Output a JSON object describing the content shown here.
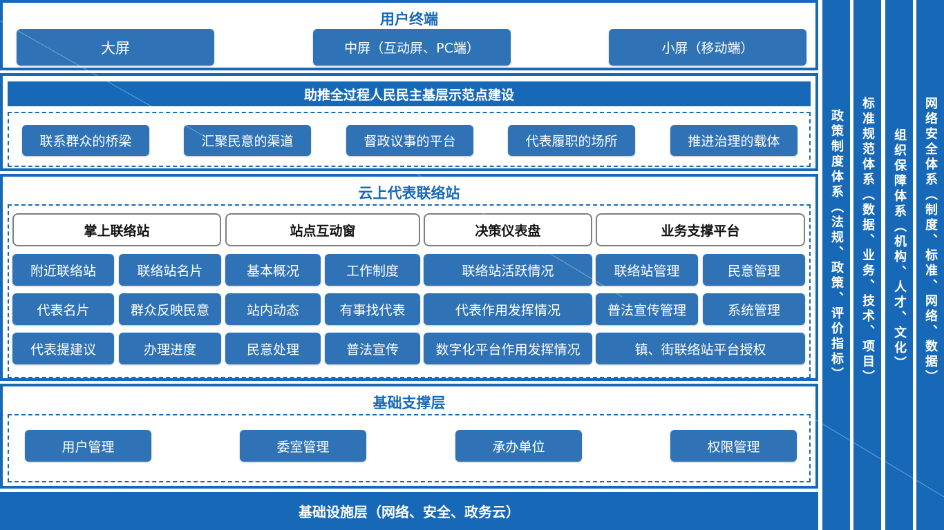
{
  "user_terminal": {
    "title": "用户终端",
    "items": [
      "大屏",
      "中屏（互动屏、PC端）",
      "小屏（移动端）"
    ]
  },
  "demo": {
    "banner": "助推全过程人民民主基层示范点建设",
    "items": [
      "联系群众的桥梁",
      "汇聚民意的渠道",
      "督政议事的平台",
      "代表履职的场所",
      "推进治理的载体"
    ]
  },
  "cloud": {
    "title": "云上代表联络站",
    "headers": [
      "掌上联络站",
      "站点互动窗",
      "决策仪表盘",
      "业务支撑平台"
    ],
    "col1": [
      "附近联络站",
      "代表名片",
      "代表提建议"
    ],
    "col2": [
      "联络站名片",
      "群众反映民意",
      "办理进度"
    ],
    "col3": [
      "基本概况",
      "站内动态",
      "民意处理"
    ],
    "col4": [
      "工作制度",
      "有事找代表",
      "普法宣传"
    ],
    "col5": [
      "联络站活跃情况",
      "代表作用发挥情况",
      "数字化平台作用发挥情况"
    ],
    "col6": [
      "联络站管理",
      "普法宣传管理"
    ],
    "col7": [
      "民意管理",
      "系统管理"
    ],
    "wide": "镇、街联络站平台授权"
  },
  "support": {
    "title": "基础支撑层",
    "items": [
      "用户管理",
      "委室管理",
      "承办单位",
      "权限管理"
    ]
  },
  "infra": {
    "title": "基础设施层（网络、安全、政务云）"
  },
  "sidebars": [
    "政策制度体系（法规、政策、评价指标）",
    "标准规范体系（数据、业务、技术、项目）",
    "组织保障体系（机构、人才、文化）",
    "网络安全体系（制度、标准、网络、数据）"
  ],
  "colors": {
    "primary": "#1769b8",
    "button": "#2f73b6"
  }
}
